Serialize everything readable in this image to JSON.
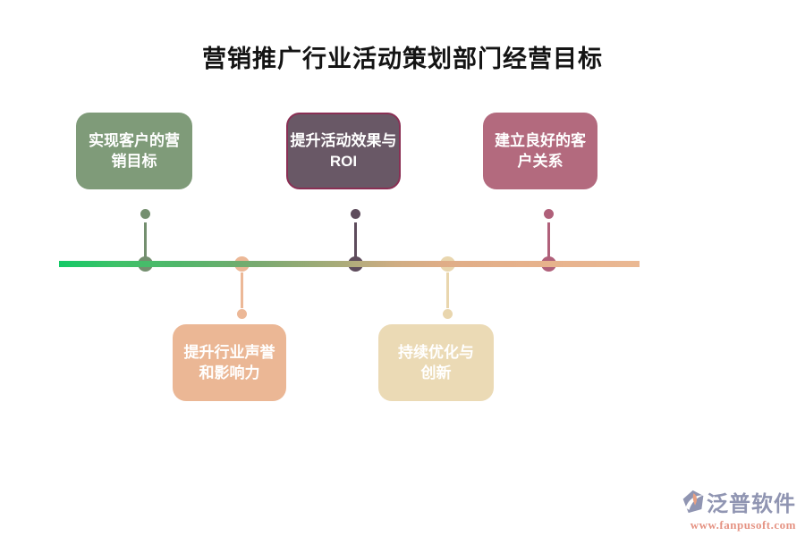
{
  "title": "营销推广行业活动策划部门经营目标",
  "milestones": [
    {
      "id": "goal-1",
      "text": "实现客户的营销目标",
      "lines": [
        "实现客户的营",
        "销目标"
      ],
      "side": "top",
      "color": "#7f9b79",
      "dot_color": "#748f6f"
    },
    {
      "id": "goal-2",
      "text": "提升行业声誉和影响力",
      "lines": [
        "提升行业声誉",
        "和影响力"
      ],
      "side": "bottom",
      "color": "#ebb795",
      "dot_color": "#ecb897"
    },
    {
      "id": "goal-3",
      "text": "提升活动效果与ROI",
      "lines": [
        "提升活动效果与",
        "ROI"
      ],
      "side": "top",
      "color": "#695866",
      "border_color": "#8a2f54",
      "dot_color": "#5e4c5c"
    },
    {
      "id": "goal-4",
      "text": "持续优化与创新",
      "lines": [
        "持续优化与",
        "创新"
      ],
      "side": "bottom",
      "color": "#ebdab5",
      "dot_color": "#e9d6ae"
    },
    {
      "id": "goal-5",
      "text": "建立良好的客户关系",
      "lines": [
        "建立良好的客",
        "户关系"
      ],
      "side": "top",
      "color": "#b36a7e",
      "dot_color": "#b0607a"
    }
  ],
  "timeline": {
    "gradient_colors": [
      "#13c966",
      "#4fb76a",
      "#78aa70",
      "#a8ab79",
      "#dfad87",
      "#eab893"
    ]
  },
  "branding": {
    "logo_text": "泛普软件",
    "website": "www.fanpusoft.com",
    "logo_color": "#9095b2",
    "website_color": "#e59383"
  }
}
